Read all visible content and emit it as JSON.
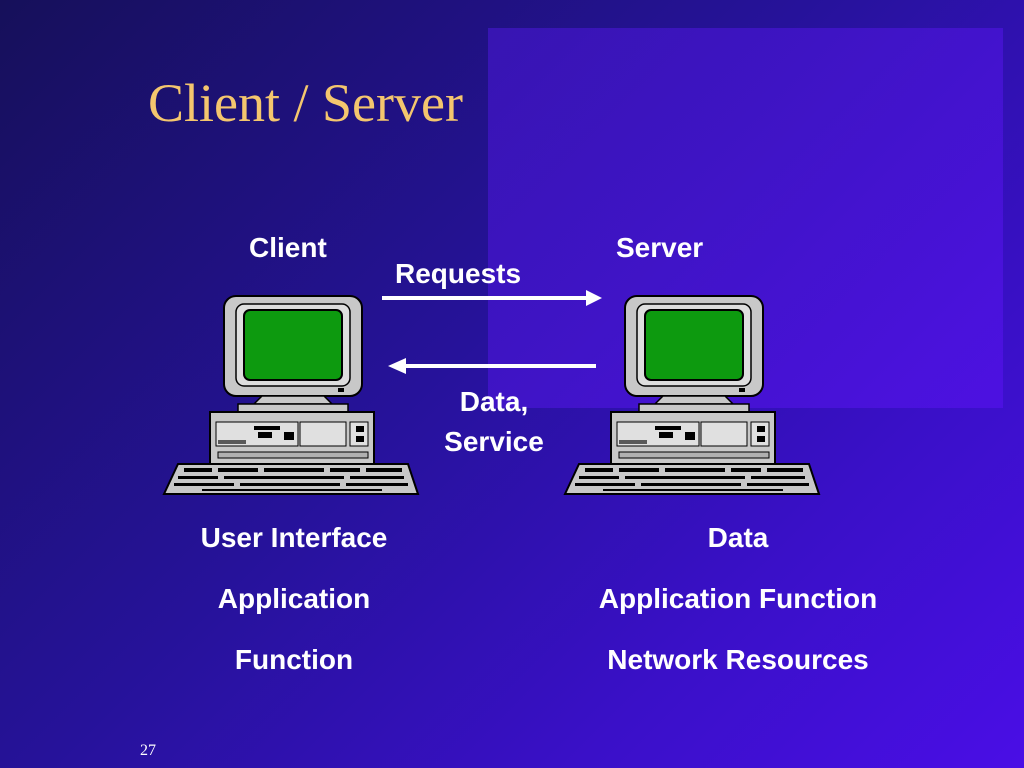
{
  "slide": {
    "title": "Client / Server",
    "page_number": "27"
  },
  "diagram": {
    "client": {
      "label": "Client",
      "roles": [
        "User Interface",
        "Application",
        "Function"
      ]
    },
    "server": {
      "label": "Server",
      "roles": [
        "Data",
        "Application Function",
        "Network Resources"
      ]
    },
    "requests_label": "Requests",
    "response_label_line1": "Data,",
    "response_label_line2": "Service"
  },
  "colors": {
    "title": "#f4c66e",
    "screen": "#0d9a0f",
    "text": "#ffffff"
  }
}
